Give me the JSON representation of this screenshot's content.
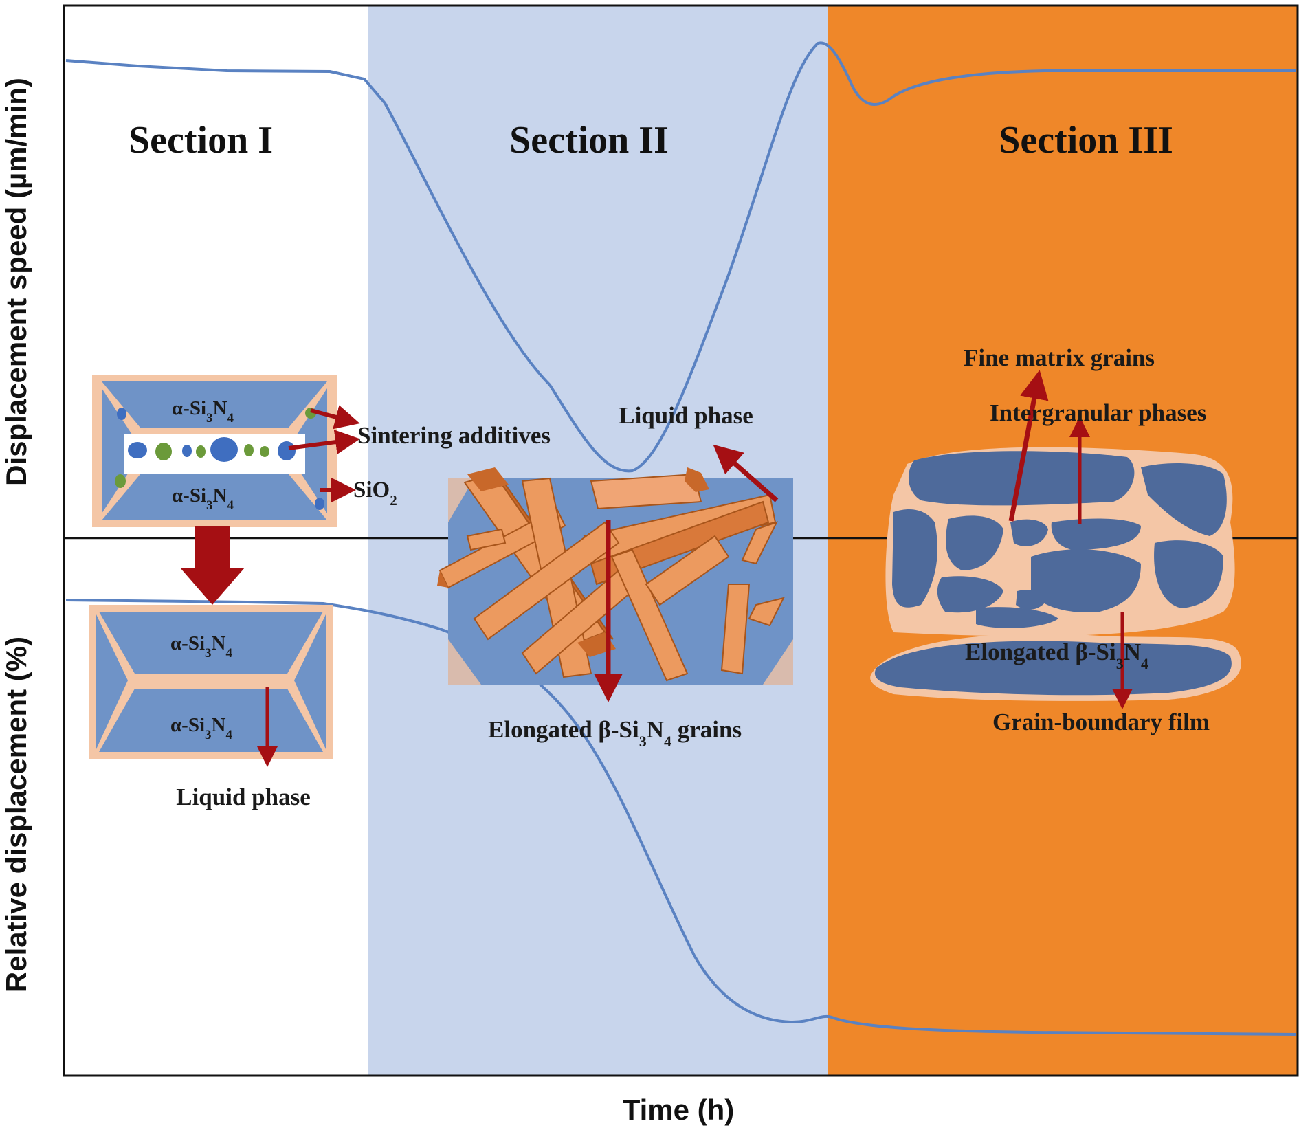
{
  "figure": {
    "x_axis_label": "Time (h)",
    "y_axis_label_top": "Displacement speed (µm/min)",
    "y_axis_label_bottom": "Relative displacement (%)",
    "sections": [
      {
        "label": "Section I",
        "color": "#ffffff"
      },
      {
        "label": "Section II",
        "color": "#c8d5ec"
      },
      {
        "label": "Section III",
        "color": "#ef8729"
      }
    ],
    "curve_color": "#5a82c2",
    "arrow_color": "#a50f13"
  },
  "section1": {
    "top_grain": "α-Si",
    "bottom_grain": "α-Si",
    "sintering_additives": "Sintering additives",
    "sio2": "SiO",
    "lower_top_grain": "α-Si",
    "lower_bottom_grain": "α-Si",
    "liquid_phase": "Liquid phase"
  },
  "section2": {
    "liquid_phase": "Liquid phase",
    "elongated_grains_prefix": "Elongated β-Si",
    "elongated_grains_suffix": "grains"
  },
  "section3": {
    "fine_matrix": "Fine matrix grains",
    "intergranular": "Intergranular phases",
    "elongated_prefix": "Elongated β-Si",
    "grain_boundary": "Grain-boundary film"
  },
  "subscripts": {
    "three": "3",
    "four": "4",
    "two": "2"
  }
}
